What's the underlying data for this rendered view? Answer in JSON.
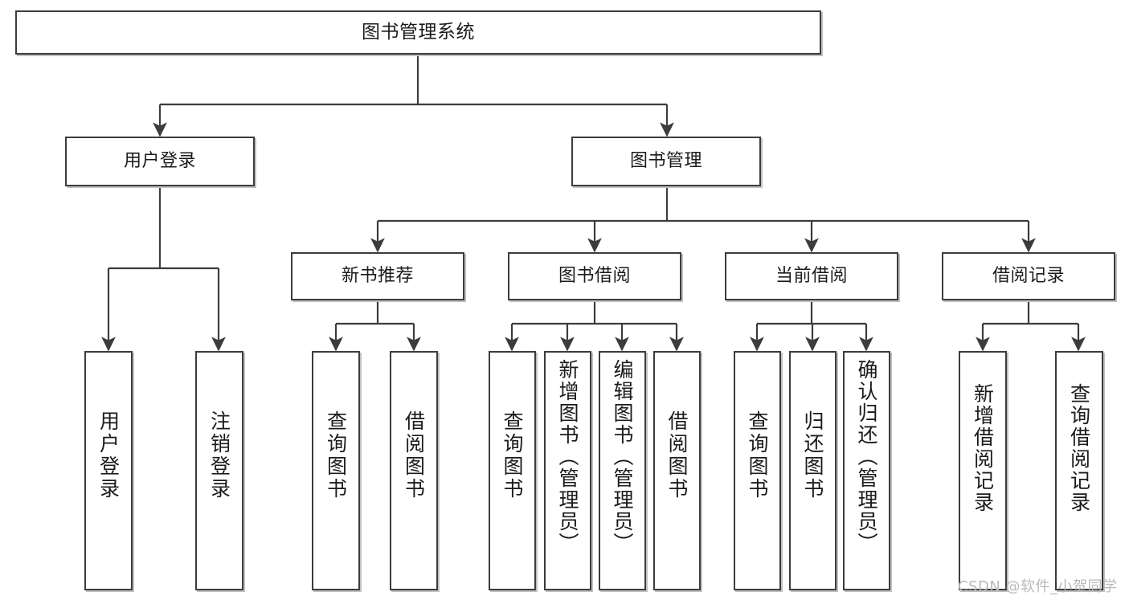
{
  "diagram": {
    "type": "tree-hierarchy-flowchart",
    "title": "图书管理系统",
    "colors": {
      "box_border": "#3c3c3c",
      "box_fill": "#ffffff",
      "connector": "#3c3c3c",
      "text": "#1b1b1b",
      "watermark": "#b9b9b9",
      "background": "#ffffff"
    },
    "root": {
      "id": "root",
      "label": "图书管理系统"
    },
    "level2": [
      {
        "id": "n-user-login",
        "label": "用户登录"
      },
      {
        "id": "n-book-manage",
        "label": "图书管理"
      }
    ],
    "level3": [
      {
        "id": "n-new-book-rec",
        "label": "新书推荐"
      },
      {
        "id": "n-book-borrow",
        "label": "图书借阅"
      },
      {
        "id": "n-current-borrow",
        "label": "当前借阅"
      },
      {
        "id": "n-borrow-record",
        "label": "借阅记录"
      }
    ],
    "leaves": [
      {
        "id": "leaf-user-login",
        "label": "用户登录",
        "parent": "n-user-login"
      },
      {
        "id": "leaf-logout-login",
        "label": "注销登录",
        "parent": "n-user-login"
      },
      {
        "id": "leaf-query-book-1",
        "label": "查询图书",
        "parent": "n-new-book-rec"
      },
      {
        "id": "leaf-borrow-book-1",
        "label": "借阅图书",
        "parent": "n-new-book-rec"
      },
      {
        "id": "leaf-query-book-2",
        "label": "查询图书",
        "parent": "n-book-borrow"
      },
      {
        "id": "leaf-add-book",
        "label": "新增图书（管理员）",
        "parent": "n-book-borrow"
      },
      {
        "id": "leaf-edit-book",
        "label": "编辑图书（管理员）",
        "parent": "n-book-borrow"
      },
      {
        "id": "leaf-borrow-book-2",
        "label": "借阅图书",
        "parent": "n-book-borrow"
      },
      {
        "id": "leaf-query-book-3",
        "label": "查询图书",
        "parent": "n-current-borrow"
      },
      {
        "id": "leaf-return-book",
        "label": "归还图书",
        "parent": "n-current-borrow"
      },
      {
        "id": "leaf-confirm-return",
        "label": "确认归还（管理员）",
        "parent": "n-current-borrow"
      },
      {
        "id": "leaf-add-record",
        "label": "新增借阅记录",
        "parent": "n-borrow-record"
      },
      {
        "id": "leaf-query-record",
        "label": "查询借阅记录",
        "parent": "n-borrow-record"
      }
    ],
    "watermark": "CSDN @软件_小贺同学"
  }
}
